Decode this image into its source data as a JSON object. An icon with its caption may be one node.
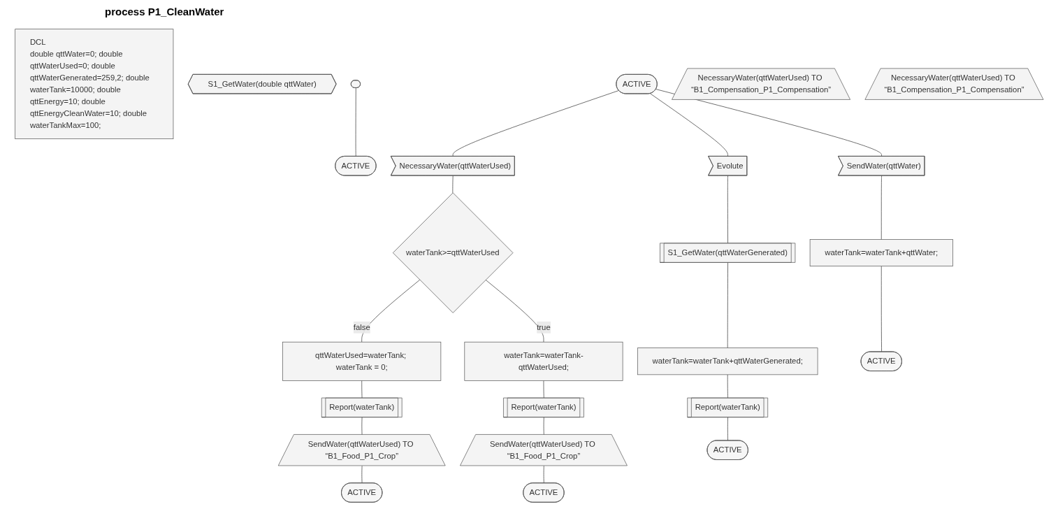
{
  "diagram": {
    "title": "process P1_CleanWater",
    "nodes": [
      {
        "text": [
          "DCL",
          "double qttWater=0; double qttWaterUsed=0; double qttWaterGenerated=259,2; double waterTank=10000; double qttEnergy=10; double qttEnergyCleanWater=10; double waterTankMax=100;"
        ]
      },
      {
        "text": [
          "S1_GetWater(double qttWater)"
        ]
      },
      {
        "text": [],
        "shape": "stadium"
      },
      {
        "text": [
          "ACTIVE"
        ]
      },
      {
        "text": [
          "ACTIVE"
        ]
      },
      {
        "text": [
          "NecessaryWater(qttWaterUsed)"
        ]
      },
      {
        "text": [
          "Evolute"
        ]
      },
      {
        "text": [
          "SendWater(qttWater)"
        ]
      },
      {
        "text": [
          "waterTank>=qttWaterUsed"
        ]
      },
      {
        "text": [
          "qttWaterUsed=waterTank; waterTank = 0;"
        ]
      },
      {
        "text": [
          "waterTank=waterTank-qttWaterUsed;"
        ]
      },
      {
        "text": [
          "S1_GetWater(qttWaterGenerated)"
        ]
      },
      {
        "text": [
          "waterTank=waterTank+qttWater;"
        ]
      },
      {
        "text": [
          "Report(waterTank)"
        ]
      },
      {
        "text": [
          "Report(waterTank)"
        ]
      },
      {
        "text": [
          "waterTank=waterTank+qttWaterGenerated;"
        ]
      },
      {
        "text": [
          "ACTIVE"
        ]
      },
      {
        "text": [
          "SendWater(qttWaterUsed) TO “B1_Food_P1_Crop”"
        ]
      },
      {
        "text": [
          "SendWater(qttWaterUsed) TO “B1_Food_P1_Crop”"
        ]
      },
      {
        "text": [
          "Report(waterTank)"
        ]
      },
      {
        "text": [
          "ACTIVE"
        ]
      },
      {
        "text": [
          "ACTIVE"
        ]
      },
      {
        "text": [
          "ACTIVE"
        ]
      },
      {
        "text": [
          "NecessaryWater(qttWaterUsed) TO “B1_Compensation_P1_Compensation”"
        ]
      },
      {
        "text": [
          "NecessaryWater(qttWaterUsed) TO “B1_Compensation_P1_Compensation”"
        ]
      }
    ],
    "edges": [
      {
        "from": 2,
        "to": 3,
        "arrow": "none"
      },
      {
        "from": 4,
        "to": 5,
        "arrow": "none"
      },
      {
        "from": 4,
        "to": 6,
        "arrow": "none"
      },
      {
        "from": 4,
        "to": 7,
        "arrow": "none"
      },
      {
        "from": 5,
        "to": 8,
        "arrow": "none"
      },
      {
        "from": 8,
        "to": 9,
        "arrow": "none",
        "label": "false"
      },
      {
        "from": 8,
        "to": 10,
        "arrow": "none",
        "label": "true"
      },
      {
        "from": 9,
        "to": 13,
        "arrow": "none"
      },
      {
        "from": 13,
        "to": 17,
        "arrow": "none"
      },
      {
        "from": 17,
        "to": 20,
        "arrow": "none"
      },
      {
        "from": 10,
        "to": 14,
        "arrow": "none"
      },
      {
        "from": 14,
        "to": 18,
        "arrow": "none"
      },
      {
        "from": 18,
        "to": 21,
        "arrow": "none"
      },
      {
        "from": 6,
        "to": 11,
        "arrow": "none"
      },
      {
        "from": 11,
        "to": 15,
        "arrow": "none"
      },
      {
        "from": 15,
        "to": 19,
        "arrow": "none"
      },
      {
        "from": 19,
        "to": 22,
        "arrow": "none"
      },
      {
        "from": 7,
        "to": 12,
        "arrow": "none"
      },
      {
        "from": 12,
        "to": 16,
        "arrow": "none"
      }
    ]
  }
}
